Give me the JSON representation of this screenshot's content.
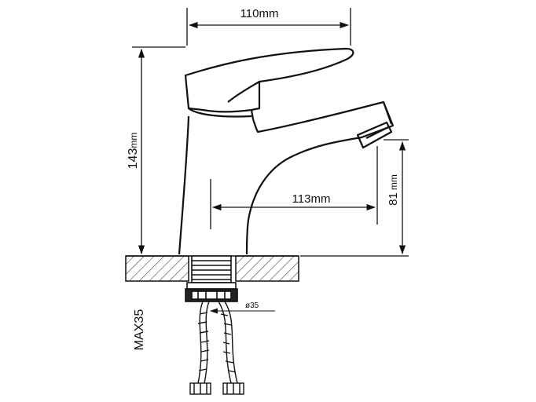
{
  "dimensions": {
    "width_top": "110mm",
    "height_total": "143",
    "height_total_unit": "mm",
    "spout_reach": "113mm",
    "spout_height": "81",
    "spout_height_unit": "mm",
    "hole_diameter": "ø35",
    "max_thickness": "MAX35"
  },
  "colors": {
    "line": "#111111",
    "hatch": "#333333"
  }
}
